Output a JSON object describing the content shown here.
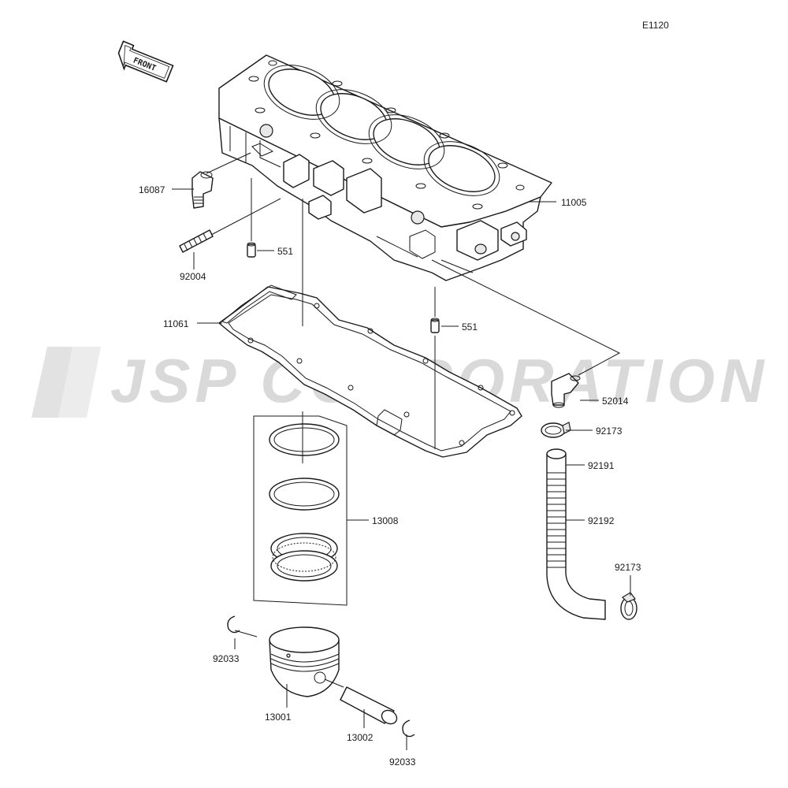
{
  "diagram": {
    "ref_code": "E1120",
    "front_label": "FRONT",
    "watermark": "JSP CORPORATION",
    "parts": [
      {
        "id": "11005",
        "label": "11005"
      },
      {
        "id": "16087",
        "label": "16087"
      },
      {
        "id": "92004",
        "label": "92004"
      },
      {
        "id": "551a",
        "label": "551"
      },
      {
        "id": "11061",
        "label": "11061"
      },
      {
        "id": "551b",
        "label": "551"
      },
      {
        "id": "52014",
        "label": "52014"
      },
      {
        "id": "92173a",
        "label": "92173"
      },
      {
        "id": "92191",
        "label": "92191"
      },
      {
        "id": "92192",
        "label": "92192"
      },
      {
        "id": "92173b",
        "label": "92173"
      },
      {
        "id": "13008",
        "label": "13008"
      },
      {
        "id": "92033a",
        "label": "92033"
      },
      {
        "id": "13001",
        "label": "13001"
      },
      {
        "id": "13002",
        "label": "13002"
      },
      {
        "id": "92033b",
        "label": "92033"
      }
    ]
  }
}
